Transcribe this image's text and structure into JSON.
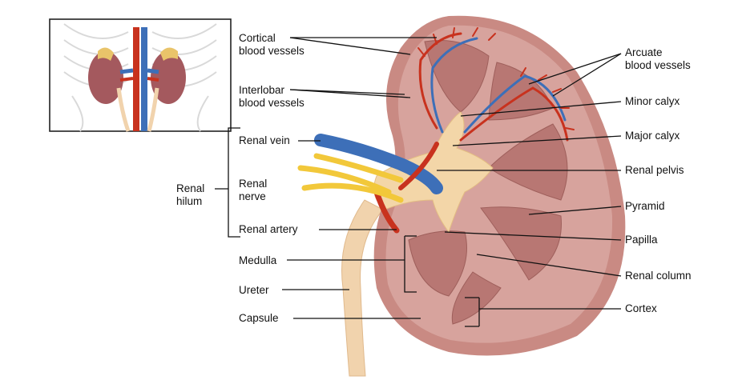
{
  "labels": {
    "cortical": "Cortical\nblood vessels",
    "interlobar": "Interlobar\nblood vessels",
    "renal_vein": "Renal vein",
    "renal_hilum": "Renal\nhilum",
    "renal_nerve": "Renal\nnerve",
    "renal_artery": "Renal artery",
    "medulla": "Medulla",
    "ureter": "Ureter",
    "capsule": "Capsule",
    "arcuate": "Arcuate\nblood vessels",
    "minor_calyx": "Minor calyx",
    "major_calyx": "Major calyx",
    "renal_pelvis": "Renal pelvis",
    "pyramid": "Pyramid",
    "papilla": "Papilla",
    "renal_column": "Renal column",
    "cortex": "Cortex"
  },
  "colors": {
    "capsule": "#c98a83",
    "cortex": "#d7a39d",
    "medulla_pyramid": "#b87773",
    "pelvis": "#f3d6a8",
    "ureter": "#f1d3ad",
    "vein": "#3d6fb8",
    "artery": "#c8321e",
    "nerve": "#f2c83a"
  }
}
